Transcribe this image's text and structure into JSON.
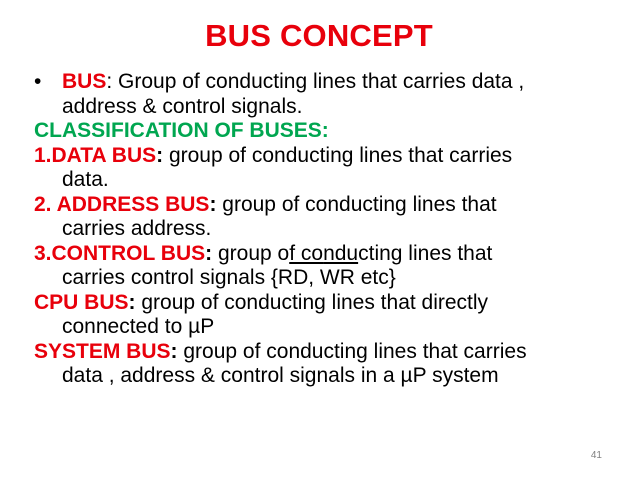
{
  "slide": {
    "title": "BUS CONCEPT",
    "bus_term": "BUS",
    "bus_def_1": ": Group of conducting lines that carries data ,",
    "bus_def_2": "address & control signals.",
    "classification_heading": "CLASSIFICATION OF BUSES:",
    "data_bus_term": "1.DATA BUS",
    "data_bus_colon": ":",
    "data_bus_def_1": " group of conducting lines that carries",
    "data_bus_def_2": "data.",
    "address_bus_term": "2. ADDRESS BUS",
    "address_bus_colon": ":",
    "address_bus_def_1": " group of conducting lines that",
    "address_bus_def_2": "carries address.",
    "control_bus_term": "3.CONTROL BUS",
    "control_bus_colon": ":",
    "control_bus_def_1a": " group o",
    "control_bus_def_1b": "f co",
    "control_bus_def_1c": "ndu",
    "control_bus_def_1d": "cting lines that",
    "control_bus_def_2": "carries control signals {RD, WR etc}",
    "cpu_bus_term": "CPU BUS",
    "cpu_bus_colon": ":",
    "cpu_bus_def_1": " group of conducting lines that directly",
    "cpu_bus_def_2": "connected to µP",
    "system_bus_term": "SYSTEM BUS",
    "system_bus_colon": ":",
    "system_bus_def_1": " group of conducting lines that carries",
    "system_bus_def_2": "data , address & control signals in a  µP system",
    "page_number": "41",
    "bullet_char": "•"
  },
  "colors": {
    "title_red": "#e8000b",
    "term_red": "#e8000b",
    "heading_green": "#00a650",
    "text": "#000000",
    "page_number": "#808080"
  }
}
